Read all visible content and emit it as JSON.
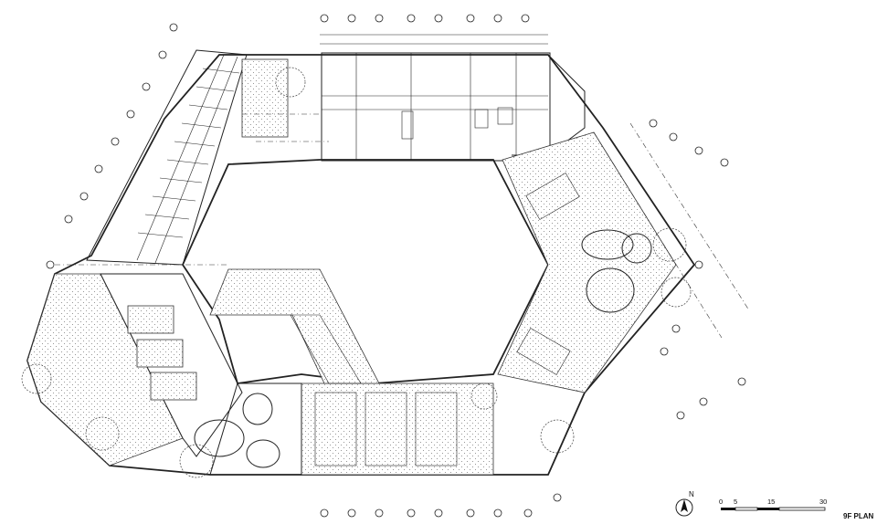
{
  "plan": {
    "title": "9F PLAN",
    "north_label": "N",
    "scale_bar": {
      "ticks": [
        "0",
        "5",
        "15",
        "30"
      ]
    }
  }
}
